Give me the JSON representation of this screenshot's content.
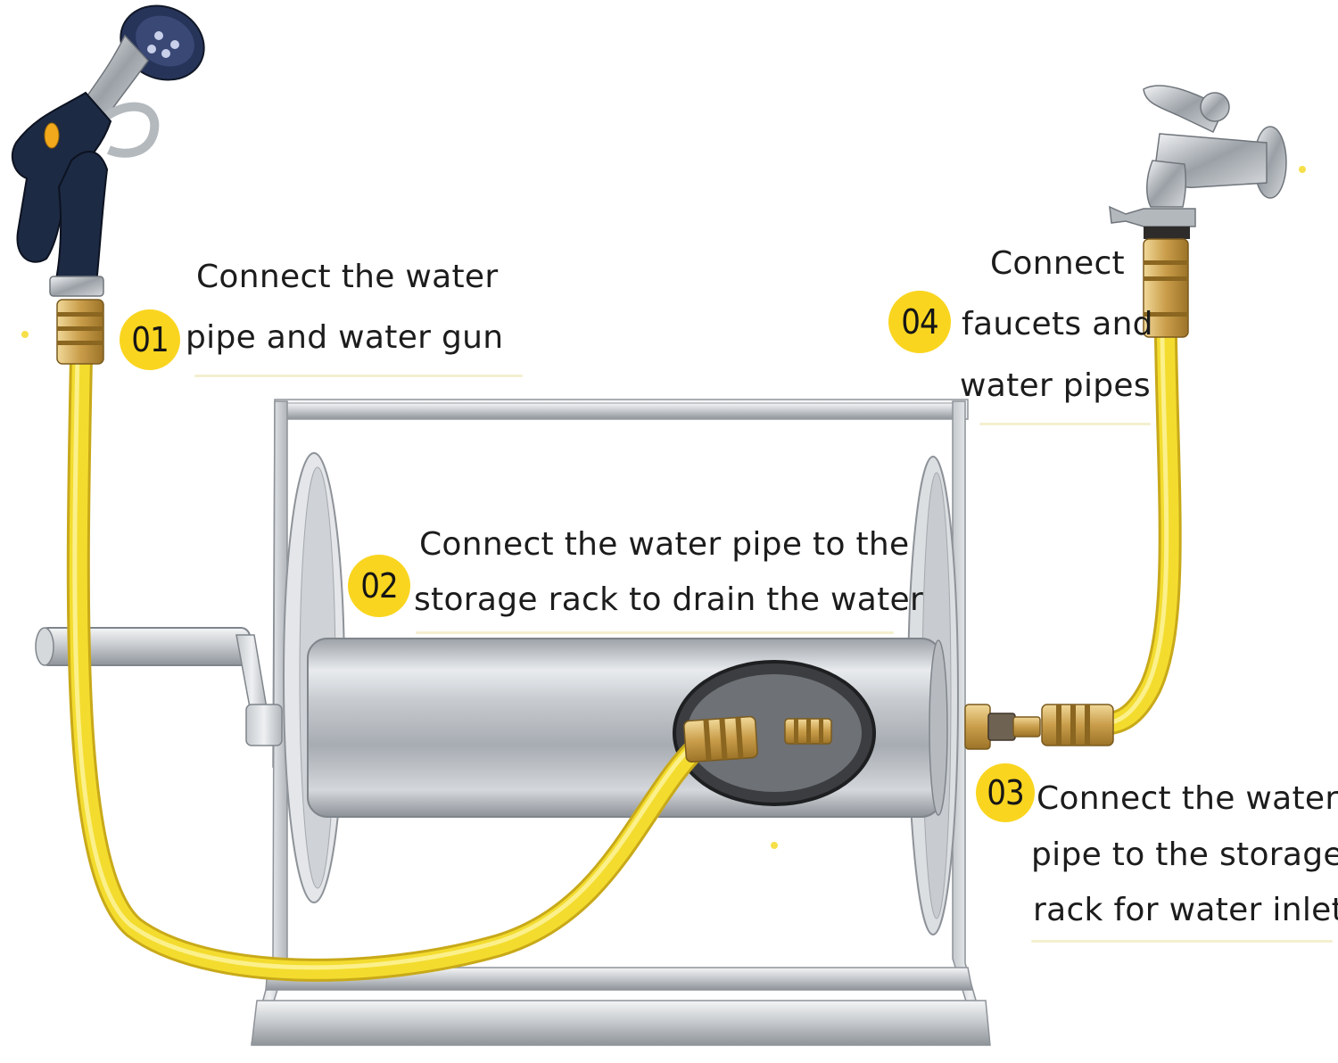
{
  "steps": [
    {
      "number": "01",
      "lines": [
        "Connect the water",
        "pipe and water gun"
      ]
    },
    {
      "number": "02",
      "lines": [
        "Connect the water pipe to the",
        "storage rack to drain the water"
      ]
    },
    {
      "number": "03",
      "lines": [
        "Connect the water",
        "pipe to the storage",
        "rack for water inlet"
      ]
    },
    {
      "number": "04",
      "lines": [
        "Connect",
        "faucets and",
        "water pipes"
      ]
    }
  ],
  "colors": {
    "hose": "#f3dc2e",
    "badge": "#f9d51f",
    "brass": "#d9b56a",
    "steel": "#b8bcc1",
    "nozzle_body": "#1d2a44"
  },
  "icons": [
    "spray-nozzle-icon",
    "faucet-icon",
    "hose-reel-icon"
  ]
}
